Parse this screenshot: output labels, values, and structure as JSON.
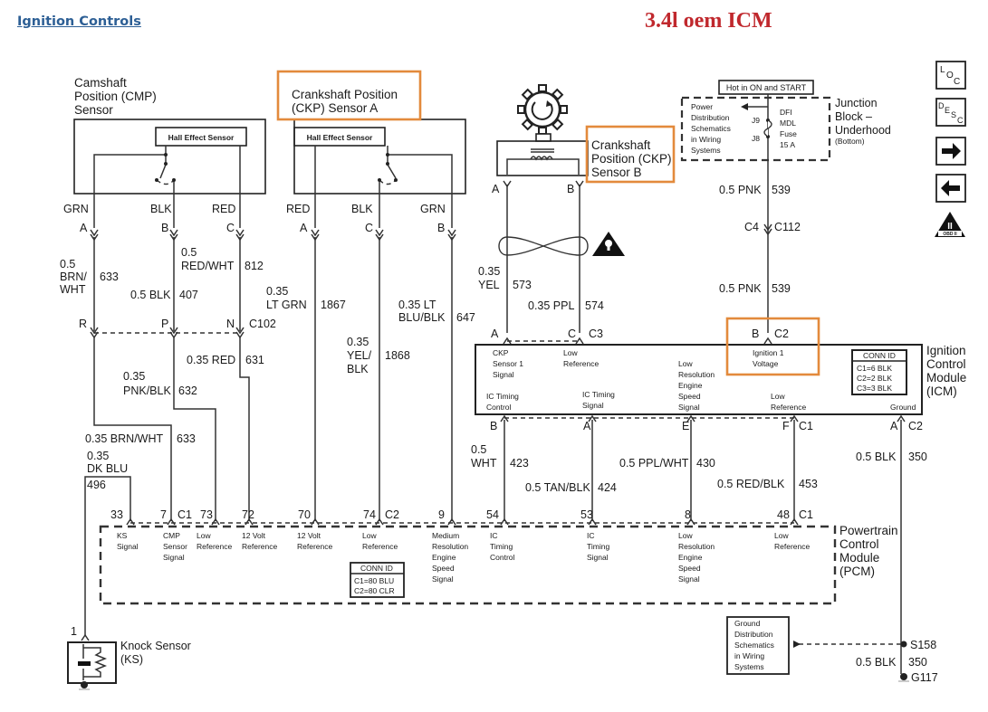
{
  "header": {
    "title": "Ignition Controls",
    "annotation": "3.4l oem ICM"
  },
  "accent_colors": {
    "link": "#2d5f95",
    "annotation": "#c0282d",
    "highlight_box": "#e38a3c"
  },
  "nav_icons": [
    {
      "name": "loc-icon",
      "label": "LOC"
    },
    {
      "name": "desc-icon",
      "label": "DESC"
    },
    {
      "name": "arrow-right-icon",
      "label": "→"
    },
    {
      "name": "arrow-left-icon",
      "label": "←"
    },
    {
      "name": "obd2-icon",
      "label": "II",
      "sub": "OBD II"
    }
  ],
  "components": {
    "cmp": {
      "l1": "Camshaft",
      "l2": "Position (CMP)",
      "l3": "Sensor",
      "inner": "Hall Effect Sensor"
    },
    "ckp_a": {
      "l1": "Crankshaft Position",
      "l2": "(CKP) Sensor A",
      "inner": "Hall Effect Sensor"
    },
    "ckp_b": {
      "l1": "Crankshaft",
      "l2": "Position (CKP)",
      "l3": "Sensor B"
    },
    "junction": {
      "hot": "Hot in ON and START",
      "pd": [
        "Power",
        "Distribution",
        "Schematics",
        "in Wiring",
        "Systems"
      ],
      "j9": "J9",
      "j8": "J8",
      "fuse": [
        "DFI",
        "MDL",
        "Fuse",
        "15 A"
      ],
      "name": [
        "Junction",
        "Block –",
        "Underhood"
      ],
      "sub": "(Bottom)"
    },
    "icm": {
      "name": [
        "Ignition",
        "Control",
        "Module",
        "(ICM)"
      ],
      "conn_title": "CONN ID",
      "conn": [
        "C1=6 BLK",
        "C2=2 BLK",
        "C3=3 BLK"
      ],
      "pins_top": [
        {
          "label": [
            "CKP",
            "Sensor 1",
            "Signal"
          ]
        },
        {
          "label": [
            "Low",
            "Reference"
          ]
        },
        {
          "label": [
            "Low",
            "Resolution",
            "Engine",
            "Speed",
            "Signal"
          ]
        },
        {
          "label": [
            "Ignition 1",
            "Voltage"
          ]
        }
      ],
      "pins_bottom": [
        {
          "label": [
            "IC Timing",
            "Control"
          ]
        },
        {
          "label": [
            "IC Timing",
            "Signal"
          ]
        },
        {
          "label": [
            "Low",
            "Reference"
          ]
        },
        {
          "label": [
            "Ground"
          ]
        }
      ]
    },
    "pcm": {
      "name": [
        "Powertrain",
        "Control",
        "Module",
        "(PCM)"
      ],
      "conn_title": "CONN ID",
      "conn": [
        "C1=80 BLU",
        "C2=80 CLR"
      ],
      "pins": [
        {
          "label": [
            "KS",
            "Signal"
          ]
        },
        {
          "label": [
            "CMP",
            "Sensor",
            "Signal"
          ]
        },
        {
          "label": [
            "Low",
            "Reference"
          ]
        },
        {
          "label": [
            "12 Volt",
            "Reference"
          ]
        },
        {
          "label": [
            "12 Volt",
            "Reference"
          ]
        },
        {
          "label": [
            "Low",
            "Reference"
          ]
        },
        {
          "label": [
            "Medium",
            "Resolution",
            "Engine",
            "Speed",
            "Signal"
          ]
        },
        {
          "label": [
            "IC",
            "Timing",
            "Control"
          ]
        },
        {
          "label": [
            "IC",
            "Timing",
            "Signal"
          ]
        },
        {
          "label": [
            "Low",
            "Resolution",
            "Engine",
            "Speed",
            "Signal"
          ]
        },
        {
          "label": [
            "Low",
            "Reference"
          ]
        }
      ]
    },
    "ground_dist": [
      "Ground",
      "Distribution",
      "Schematics",
      "in Wiring",
      "Systems"
    ],
    "knock": {
      "l1": "Knock Sensor",
      "l2": "(KS)",
      "pin": "1"
    }
  },
  "wires": {
    "cmp_colors": [
      "GRN",
      "BLK",
      "RED"
    ],
    "cmp_pins": [
      "A",
      "B",
      "C"
    ],
    "ckpa_colors": [
      "RED",
      "BLK",
      "GRN"
    ],
    "ckpa_pins": [
      "A",
      "C",
      "B"
    ],
    "w633a": [
      "0.5",
      "BRN/",
      "WHT",
      "633"
    ],
    "w812": [
      "0.5",
      "RED/WHT",
      "812"
    ],
    "w407": [
      "0.5 BLK",
      "407"
    ],
    "w1867": [
      "0.35",
      "LT GRN",
      "1867"
    ],
    "w647": [
      "0.35 LT",
      "BLU/BLK",
      "647"
    ],
    "c102": [
      "R",
      "P",
      "N",
      "C102"
    ],
    "w631": [
      "0.35 RED",
      "631"
    ],
    "w632": [
      "0.35",
      "PNK/BLK",
      "632"
    ],
    "w1868": [
      "0.35",
      "YEL/",
      "BLK",
      "1868"
    ],
    "w633b": [
      "0.35 BRN/WHT",
      "633"
    ],
    "w496": [
      "0.35",
      "DK BLU",
      "496"
    ],
    "w573": [
      "0.35",
      "YEL",
      "573"
    ],
    "w574": [
      "0.35 PPL",
      "574"
    ],
    "ckpb_pins": [
      "A",
      "B"
    ],
    "icm_top_conn": [
      "A",
      "C",
      "C3",
      "B",
      "C2"
    ],
    "w539a": [
      "0.5 PNK",
      "539"
    ],
    "c112": [
      "C4",
      "C112"
    ],
    "w539b": [
      "0.5 PNK",
      "539"
    ],
    "icm_bot_conn": [
      "B",
      "A",
      "E",
      "F",
      "C1",
      "A",
      "C2"
    ],
    "w423": [
      "0.5",
      "WHT",
      "423"
    ],
    "w424": [
      "0.5 TAN/BLK",
      "424"
    ],
    "w430": [
      "0.5 PPL/WHT",
      "430"
    ],
    "w453": [
      "0.5 RED/BLK",
      "453"
    ],
    "w350a": [
      "0.5 BLK",
      "350"
    ],
    "pcm_pins": [
      "33",
      "7",
      "C1",
      "73",
      "72",
      "70",
      "74",
      "C2",
      "9",
      "54",
      "53",
      "8",
      "48",
      "C1"
    ],
    "s158": "S158",
    "w350b": [
      "0.5 BLK",
      "350"
    ],
    "g117": "G117"
  }
}
